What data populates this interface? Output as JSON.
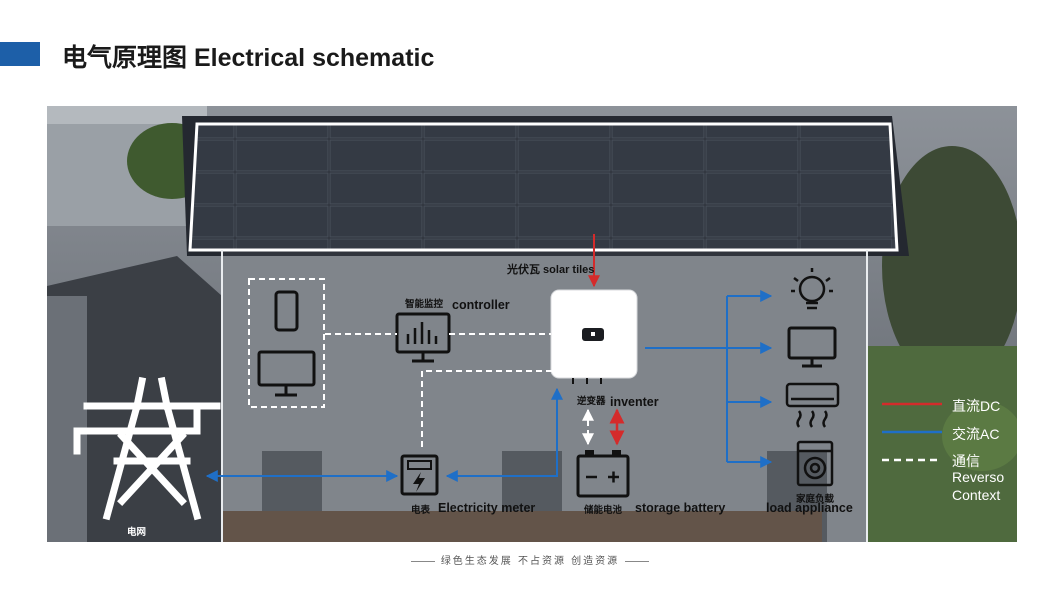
{
  "header": {
    "title": "电气原理图 Electrical schematic"
  },
  "labels": {
    "solar_tiles": "光伏瓦 solar tiles",
    "controller_cn": "智能监控",
    "controller_en": "controller",
    "inverter_cn": "逆变器",
    "inverter_en": "inventer",
    "meter_cn": "电表",
    "meter_en": "Electricity meter",
    "battery_cn": "储能电池",
    "battery_en": "storage battery",
    "load_cn": "家庭负载",
    "load_en": "load appliance",
    "grid_cn": "电网"
  },
  "legend": {
    "dc": {
      "label": "直流DC",
      "color": "#d42b2b"
    },
    "ac": {
      "label": "交流AC",
      "color": "#1f6fc7"
    },
    "comm": {
      "line1": "通信",
      "line2": "Reverso",
      "line3": "Context",
      "color": "#ffffff"
    }
  },
  "footer": {
    "slogan": "绿色生态发展 不占资源 创造资源"
  }
}
